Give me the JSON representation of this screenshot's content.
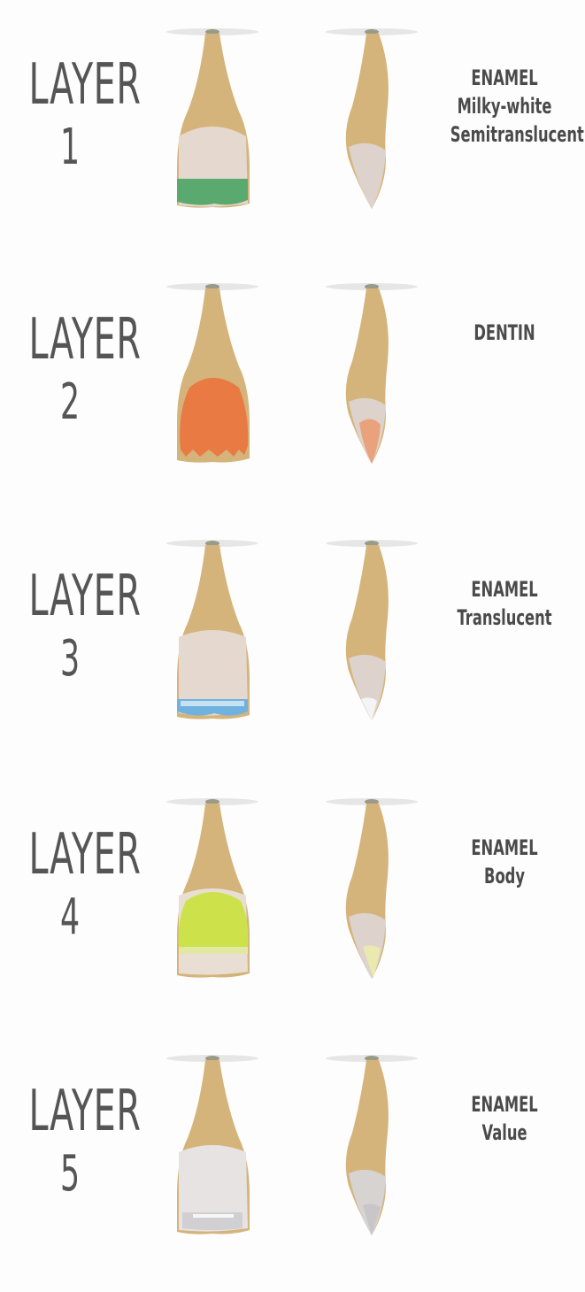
{
  "layers": [
    {
      "word": "LAYER",
      "number": "1",
      "title": "ENAMEL",
      "line2": "Milky-white",
      "line3": "Semitranslucent",
      "highlight_color": "#5aa96e",
      "highlight": "incisal"
    },
    {
      "word": "LAYER",
      "number": "2",
      "title": "DENTIN",
      "line2": "",
      "line3": "",
      "highlight_color": "#e97a44",
      "highlight": "body"
    },
    {
      "word": "LAYER",
      "number": "3",
      "title": "ENAMEL",
      "line2": "Translucent",
      "line3": "",
      "highlight_color": "#6fb2e0",
      "highlight": "incisal-edge"
    },
    {
      "word": "LAYER",
      "number": "4",
      "title": "ENAMEL",
      "line2": "Body",
      "line3": "",
      "highlight_color": "#cde24a",
      "highlight": "upper-crown"
    },
    {
      "word": "LAYER",
      "number": "5",
      "title": "ENAMEL",
      "line2": "Value",
      "line3": "",
      "highlight_color": "#e6e3e2",
      "highlight": "full-crown"
    }
  ]
}
